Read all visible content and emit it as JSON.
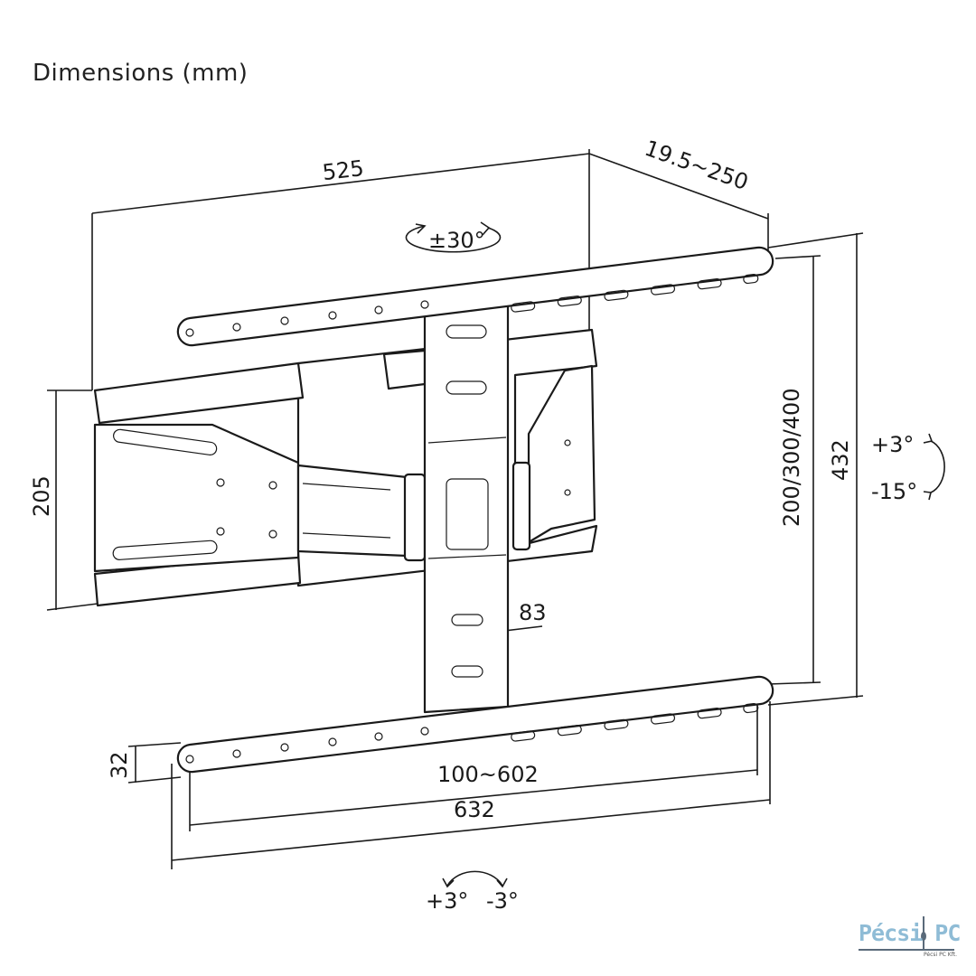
{
  "title": "Dimensions (mm)",
  "dimensions": {
    "width_total": "525",
    "depth": "19.5~250",
    "swivel": "±30°",
    "height_total": "432",
    "vesa_vertical": "200/300/400",
    "arm_height": "205",
    "tilt_up": "+3°",
    "tilt_down": "-15°",
    "plate_width": "83",
    "rail_height": "32",
    "vesa_horizontal": "100~602",
    "rail_length": "632",
    "roll_plus": "+3°",
    "roll_minus": "-3°"
  },
  "logo": {
    "brand": "Pécsi PC",
    "company": "Pécsi PC Kft.",
    "color": "#8fbcd6"
  }
}
